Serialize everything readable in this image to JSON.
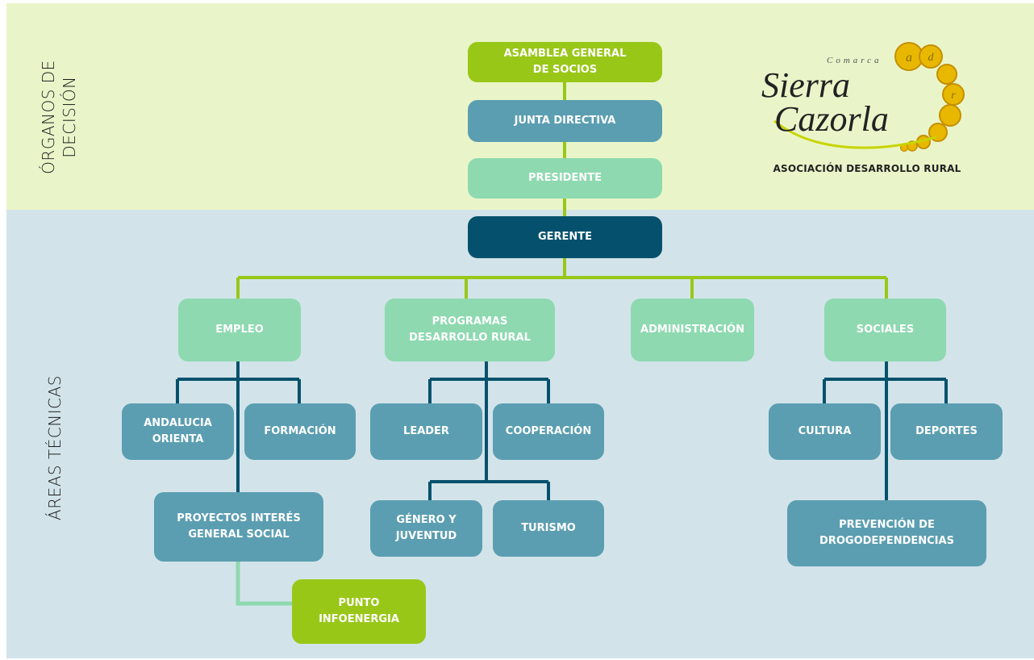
{
  "sections": {
    "top_label": "ÓRGANOS DE\nDECISIÓN",
    "bottom_label": "ÁREAS TÉCNICAS"
  },
  "logo": {
    "top_word": "Comarca",
    "word1": "Sierra",
    "word2": "Cazorla",
    "seal_letters": [
      "a",
      "d",
      "r"
    ],
    "subtitle": "ASOCIACIÓN DESARROLLO RURAL"
  },
  "colors": {
    "lime": "#99c718",
    "teal": "#5b9eb1",
    "mint": "#8ed9b0",
    "dark": "#05516d",
    "top_band": "#e9f5c9",
    "bottom_band": "#d2e4ea"
  },
  "nodes": {
    "asamblea": "ASAMBLEA GENERAL\nDE SOCIOS",
    "junta": "JUNTA DIRECTIVA",
    "presidente": "PRESIDENTE",
    "gerente": "GERENTE",
    "empleo": "EMPLEO",
    "programas": "PROGRAMAS\nDESARROLLO RURAL",
    "administracion": "ADMINISTRACIÓN",
    "sociales": "SOCIALES",
    "andalucia": "ANDALUCIA\nORIENTA",
    "formacion": "FORMACIÓN",
    "proyectos": "PROYECTOS INTERÉS\nGENERAL SOCIAL",
    "punto": "PUNTO\nINFOENERGIA",
    "leader": "LEADER",
    "cooperacion": "COOPERACIÓN",
    "genero": "GÉNERO Y\nJUVENTUD",
    "turismo": "TURISMO",
    "cultura": "CULTURA",
    "deportes": "DEPORTES",
    "prevencion": "PREVENCIÓN DE\nDROGODEPENDENCIAS"
  }
}
